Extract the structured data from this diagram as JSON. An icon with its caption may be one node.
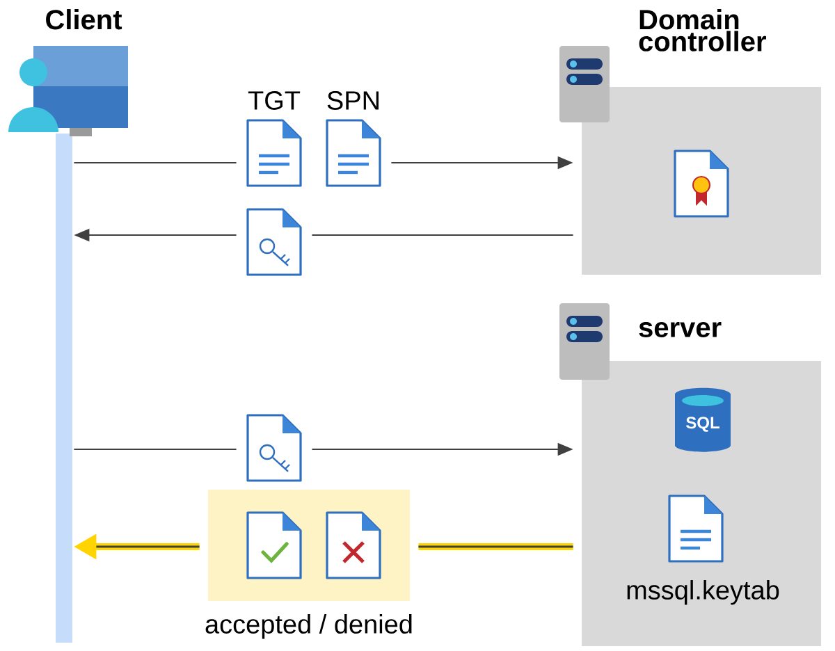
{
  "diagram": {
    "nodes": [
      {
        "text": [
          "Client"
        ]
      },
      {
        "text": [
          "Domain controller"
        ]
      },
      {
        "text": [
          "TGT"
        ]
      },
      {
        "text": [
          "SPN"
        ]
      },
      {
        "text": [],
        "shape": "picture"
      },
      {
        "text": [],
        "shape": "picture",
        "in": 1
      },
      {
        "text": [
          "server"
        ]
      },
      {
        "text": [
          "SQL"
        ],
        "in": 6
      },
      {
        "text": [
          "mssql.keytab"
        ],
        "in": 6
      },
      {
        "text": [],
        "shape": "picture"
      },
      {
        "text": [
          "accepted / denied"
        ]
      },
      {
        "text": [],
        "shape": "picture",
        "in": 10
      },
      {
        "text": [],
        "shape": "picture",
        "in": 10
      }
    ],
    "edges": [
      {
        "from": 0,
        "to": 2,
        "arrow": "none"
      },
      {
        "from": 3,
        "to": 1,
        "arrow": "to"
      },
      {
        "from": 1,
        "to": 4,
        "arrow": "none"
      },
      {
        "from": 4,
        "to": 0,
        "arrow": "to"
      },
      {
        "from": 0,
        "to": 9,
        "arrow": "none"
      },
      {
        "from": 9,
        "to": 6,
        "arrow": "to"
      },
      {
        "from": 6,
        "to": 10,
        "arrow": "none",
        "style": "thick",
        "color": "#ffd400"
      },
      {
        "from": 10,
        "to": 0,
        "arrow": "to",
        "style": "thick",
        "color": "#ffd400"
      }
    ]
  }
}
